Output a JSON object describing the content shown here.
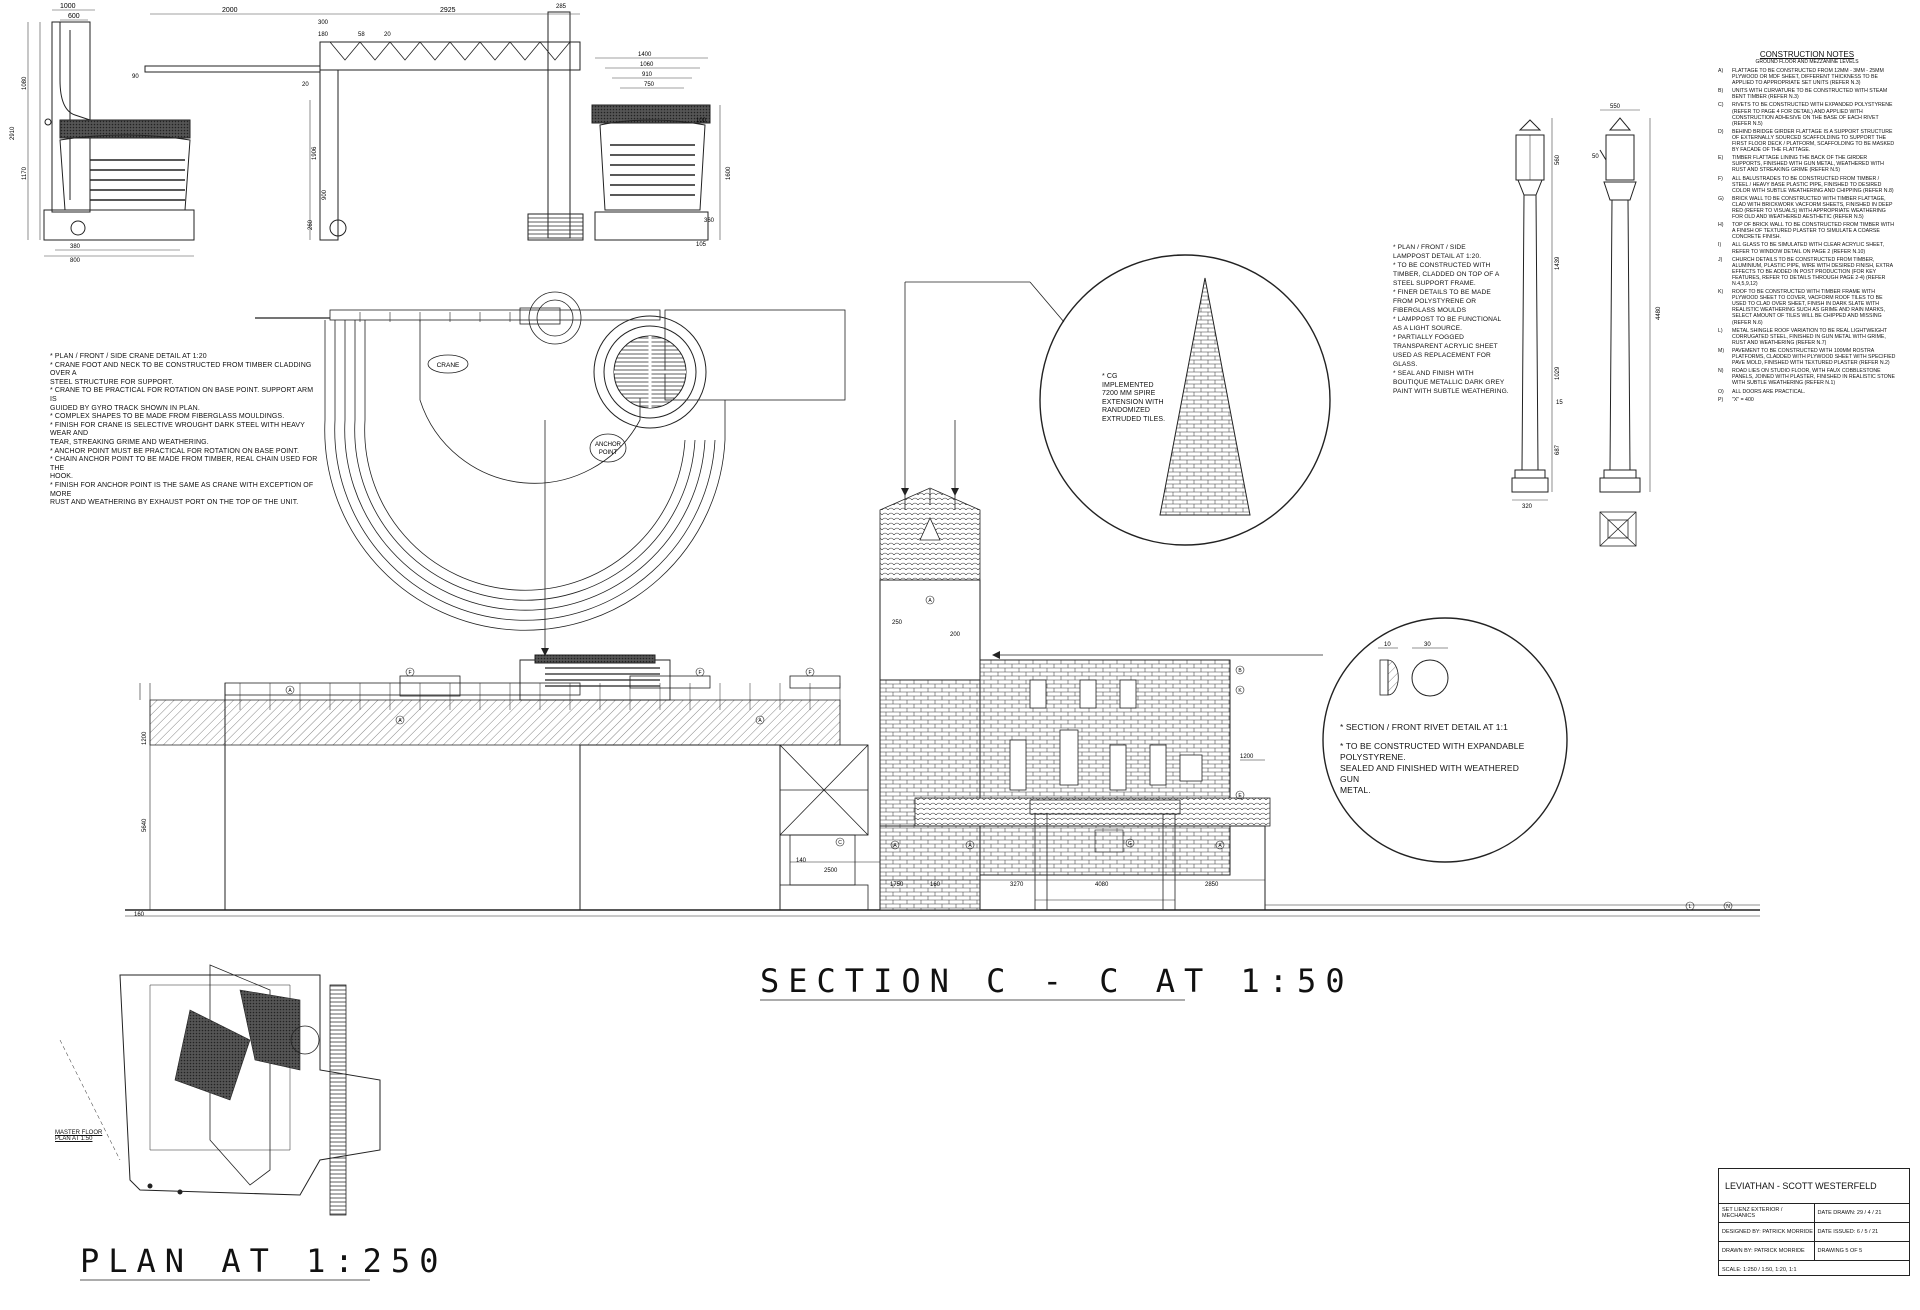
{
  "drawing": {
    "section_title": "SECTION C - C AT 1:50",
    "plan_title": "PLAN AT 1:250",
    "master_floor_label": [
      "MASTER FLOOR",
      "PLAN AT 1:50"
    ]
  },
  "dimensions": {
    "crane_foot_width": "1000",
    "crane_foot_inner": "600",
    "crane_neck_span": "2000",
    "gantry_span": "2925",
    "gantry_top_a": "300",
    "gantry_top_b": "180",
    "gantry_tick_a": "58",
    "gantry_tick_b": "20",
    "gantry_end": "285",
    "dim_90": "90",
    "dim_20": "20",
    "left_height_a": "1080",
    "left_height_b": "2910",
    "left_height_c": "1170",
    "base_380": "380",
    "base_800": "800",
    "col_1906": "1906",
    "col_900": "900",
    "col_260": "260",
    "anchor_1400": "1400",
    "anchor_1060": "1060",
    "anchor_910": "910",
    "anchor_750": "750",
    "anchor_100": "100",
    "anchor_1600": "1600",
    "anchor_360": "360",
    "anchor_105": "105",
    "lamp_550": "550",
    "lamp_560": "560",
    "lamp_50": "50",
    "lamp_1439": "1439",
    "lamp_4480": "4480",
    "lamp_1029": "1029",
    "lamp_15": "15",
    "lamp_687": "687",
    "lamp_320": "320",
    "rivet_10": "10",
    "rivet_30": "30",
    "sec_1200": "1200",
    "sec_5640": "5640",
    "sec_160": "160",
    "sec_140": "140",
    "sec_2500": "2500",
    "sec_1750": "1750",
    "sec_160b": "160",
    "sec_3270": "3270",
    "sec_4080": "4080",
    "sec_2850": "2850",
    "sec_1200b": "1200",
    "tower_250": "250",
    "tower_200": "200"
  },
  "labels": {
    "crane": "CRANE",
    "anchor_point": [
      "ANCHOR",
      "POINT"
    ],
    "ref_a": "A",
    "ref_b": "B",
    "ref_c": "C",
    "ref_e": "E",
    "ref_f": "F",
    "ref_g": "G",
    "ref_k": "K",
    "ref_n": "N",
    "ref_l": "L"
  },
  "crane_notes": [
    "* PLAN / FRONT / SIDE CRANE DETAIL AT 1:20",
    "* CRANE FOOT AND NECK TO BE CONSTRUCTED FROM TIMBER CLADDING OVER A",
    "STEEL STRUCTURE FOR SUPPORT.",
    "* CRANE TO BE PRACTICAL FOR ROTATION ON BASE POINT. SUPPORT ARM IS",
    "GUIDED BY GYRO TRACK SHOWN IN PLAN.",
    "* COMPLEX SHAPES TO BE MADE FROM FIBERGLASS MOULDINGS.",
    "* FINISH FOR CRANE IS SELECTIVE WROUGHT DARK STEEL WITH HEAVY WEAR AND",
    "TEAR, STREAKING GRIME AND WEATHERING.",
    "* ANCHOR POINT MUST BE PRACTICAL FOR ROTATION ON BASE POINT.",
    "* CHAIN ANCHOR POINT TO BE MADE FROM TIMBER, REAL CHAIN USED FOR THE",
    "HOOK.",
    "* FINISH FOR ANCHOR POINT IS THE SAME AS CRANE WITH EXCEPTION OF MORE",
    "RUST AND WEATHERING BY EXHAUST PORT ON THE TOP OF THE UNIT."
  ],
  "spire_notes": [
    "* CG",
    "IMPLEMENTED",
    "7200 MM SPIRE",
    "EXTENSION WITH",
    "RANDOMIZED",
    "EXTRUDED TILES."
  ],
  "lamp_notes": [
    "* PLAN / FRONT / SIDE",
    "LAMPPOST DETAIL AT 1:20.",
    "* TO BE CONSTRUCTED WITH",
    "TIMBER, CLADDED ON TOP OF A",
    "STEEL SUPPORT FRAME.",
    "* FINER DETAILS TO BE MADE",
    "FROM POLYSTYRENE OR",
    "FIBERGLASS MOULDS",
    "* LAMPPOST TO BE FUNCTIONAL",
    "AS A LIGHT SOURCE.",
    "* PARTIALLY FOGGED",
    "TRANSPARENT ACRYLIC SHEET",
    "USED AS REPLACEMENT FOR",
    "GLASS.",
    "* SEAL AND FINISH WITH",
    "BOUTIQUE METALLIC DARK GREY",
    "PAINT WITH SUBTLE WEATHERING."
  ],
  "rivet_notes": [
    "* SECTION / FRONT RIVET DETAIL AT 1:1",
    "",
    "* TO BE CONSTRUCTED WITH EXPANDABLE",
    "POLYSTYRENE.",
    "SEALED AND FINISHED WITH WEATHERED GUN",
    "METAL."
  ],
  "construction_notes": {
    "title": "CONSTRUCTION NOTES",
    "subtitle": "GROUND FLOOR AND MEZZANINE LEVELS",
    "items": [
      {
        "letter": "A)",
        "text": "FLATTAGE TO BE CONSTRUCTED FROM 12MM - 3MM - 25MM PLYWOOD OR MDF SHEET, DIFFERENT THICKNESS TO BE APPLIED TO APPROPRIATE SET UNITS (REFER N.3)"
      },
      {
        "letter": "B)",
        "text": "UNITS WITH CURVATURE TO BE CONSTRUCTED WITH STEAM BENT TIMBER (REFER N.3)"
      },
      {
        "letter": "C)",
        "text": "RIVETS TO BE CONSTRUCTED WITH EXPANDED POLYSTYRENE (REFER TO PAGE 4 FOR DETAIL) AND APPLIED WITH CONSTRUCTION ADHESIVE ON THE BASE OF EACH RIVET (REFER N.5)"
      },
      {
        "letter": "D)",
        "text": "BEHIND BRIDGE GIRDER FLATTAGE IS A SUPPORT STRUCTURE OF EXTERNALLY SOURCED SCAFFOLDING TO SUPPORT THE FIRST FLOOR DECK / PLATFORM, SCAFFOLDING TO BE MASKED BY FACADE OF THE FLATTAGE."
      },
      {
        "letter": "E)",
        "text": "TIMBER FLATTAGE LINING THE BACK OF THE GIRDER SUPPORTS, FINISHED WITH GUN METAL, WEATHERED WITH RUST AND STREAKING GRIME (REFER N.5)"
      },
      {
        "letter": "F)",
        "text": "ALL BALUSTRADES TO BE CONSTRUCTED FROM TIMBER / STEEL / HEAVY BASE PLASTIC PIPE, FINISHED TO DESIRED COLOR WITH SUBTLE WEATHERING AND CHIPPING (REFER N.8)"
      },
      {
        "letter": "G)",
        "text": "BRICK WALL TO BE CONSTRUCTED WITH TIMBER FLATTAGE, CLAD WITH BRICKWORK VACFORM SHEETS, FINISHED IN DEEP RED (REFER TO VISUALS) WITH APPROPRIATE WEATHERING FOR OLD AND WEATHERED AESTHETIC (REFER N.5)"
      },
      {
        "letter": "H)",
        "text": "TOP OF BRICK WALL TO BE CONSTRUCTED FROM TIMBER WITH A FINISH OF TEXTURED PLASTER TO SIMULATE A COARSE CONCRETE FINISH."
      },
      {
        "letter": "I)",
        "text": "ALL GLASS TO BE SIMULATED WITH CLEAR ACRYLIC SHEET, REFER TO WINDOW DETAIL ON PAGE 2 (REFER N.10)"
      },
      {
        "letter": "J)",
        "text": "CHURCH DETAILS TO BE CONSTRUCTED FROM TIMBER, ALUMINIUM, PLASTIC PIPE, WIRE WITH DESIRED FINISH, EXTRA EFFECTS TO BE ADDED IN POST PRODUCTION (FOR KEY FEATURES, REFER TO DETAILS THROUGH PAGE 2-4) (REFER N.4,5,9,12)"
      },
      {
        "letter": "K)",
        "text": "ROOF TO BE CONSTRUCTED WITH TIMBER FRAME WITH PLYWOOD SHEET TO COVER, VACFORM ROOF TILES TO BE USED TO CLAD OVER SHEET, FINISH IN DARK SLATE WITH REALISTIC WEATHERING SUCH AS GRIME AND RAIN MARKS, SELECT AMOUNT OF TILES WILL BE CHIPPED AND MISSING (REFER N.6)"
      },
      {
        "letter": "L)",
        "text": "METAL SHINGLE ROOF VARIATION TO BE REAL LIGHTWEIGHT CORRUGATED STEEL, FINISHED IN GUN METAL WITH GRIME, RUST AND WEATHERING (REFER N.7)"
      },
      {
        "letter": "M)",
        "text": "PAVEMENT TO BE CONSTRUCTED WITH 100MM ROSTRA PLATFORMS, CLADDED WITH PLYWOOD SHEET WITH SPECIFIED PAVE MOLD, FINISHED WITH TEXTURED PLASTER (REFER N.2)"
      },
      {
        "letter": "N)",
        "text": "ROAD LIES ON STUDIO FLOOR, WITH FAUX COBBLESTONE PANELS, JOINED WITH PLASTER, FINISHED IN REALISTIC STONE WITH SUBTLE WEATHERING (REFER N.1)"
      },
      {
        "letter": "O)",
        "text": "ALL DOORS ARE PRACTICAL."
      },
      {
        "letter": "P)",
        "text": "\"X\" = 400"
      }
    ]
  },
  "title_block": {
    "project": "LEVIATHAN - SCOTT WESTERFELD",
    "row2_left": "SET LIENZ EXTERIOR / MECHANICS",
    "row2_right": "DATE DRAWN: 29 / 4 / 21",
    "row3_left": "DESIGNED BY: PATRICK MORRIDE",
    "row3_right": "DATE ISSUED: 6 / 5 / 21",
    "row4_left": "DRAWN BY: PATRICK MORRIDE",
    "row4_right": "DRAWING 5 OF 5",
    "row5_left": "SCALE: 1:250 / 1:50, 1:20, 1:1"
  }
}
